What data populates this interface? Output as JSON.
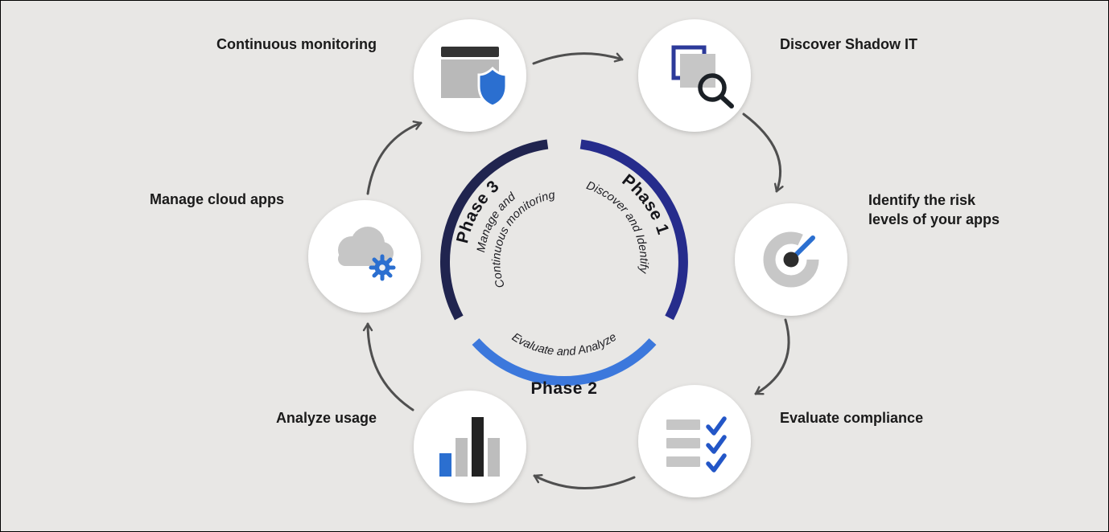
{
  "nodes": {
    "continuous_monitoring": {
      "label": "Continuous monitoring",
      "icon": "window-shield-icon"
    },
    "discover_shadow_it": {
      "label": "Discover Shadow IT",
      "icon": "windows-magnifier-icon"
    },
    "identify_risk": {
      "label_line1": "Identify the risk",
      "label_line2": "levels of your apps",
      "icon": "gauge-icon"
    },
    "evaluate_compliance": {
      "label": "Evaluate compliance",
      "icon": "checklist-icon"
    },
    "analyze_usage": {
      "label": "Analyze usage",
      "icon": "bar-chart-icon"
    },
    "manage_cloud_apps": {
      "label": "Manage cloud apps",
      "icon": "cloud-gear-icon"
    }
  },
  "phases": {
    "phase1": {
      "name": "Phase 1",
      "subtitle": "Discover and Identify",
      "arc_color": "#262c8c"
    },
    "phase2": {
      "name": "Phase 2",
      "subtitle": "Evaluate and Analyze",
      "arc_color": "#3c78dc"
    },
    "phase3": {
      "name": "Phase 3",
      "subtitle_line1": "Manage and",
      "subtitle_line2": "Continuous monitoring",
      "arc_color": "#20244f"
    }
  },
  "colors": {
    "accent_blue": "#2b6fd0",
    "check_blue": "#2356c7",
    "arrow_gray": "#4f4f4f",
    "icon_gray": "#c6c6c6",
    "background": "#e8e7e5"
  }
}
